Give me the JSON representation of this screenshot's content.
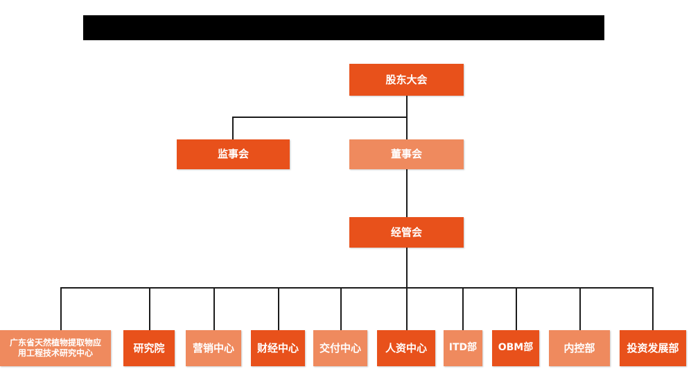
{
  "diagram": {
    "type": "org-chart",
    "title_bar": {
      "label": "",
      "state": "redacted-black-bar",
      "color": "#000000"
    },
    "colors": {
      "background": "#FFFFFF",
      "node_dark": "#E8511B",
      "node_light": "#EF8A5E",
      "connector": "#1A1A1A",
      "node_text": "#FFFFFF"
    },
    "levels": [
      {
        "level": 1,
        "nodes": [
          {
            "id": "shareholders",
            "label": "股东大会",
            "shade": "dark"
          }
        ]
      },
      {
        "level": 2,
        "nodes": [
          {
            "id": "supervisors",
            "label": "监事会",
            "shade": "dark"
          },
          {
            "id": "directors",
            "label": "董事会",
            "shade": "light"
          }
        ]
      },
      {
        "level": 3,
        "nodes": [
          {
            "id": "management",
            "label": "经管会",
            "shade": "dark"
          }
        ]
      },
      {
        "level": 4,
        "nodes": [
          {
            "id": "gd-research-center",
            "label": "广东省天然植物提取物应\n用工程技术研究中心",
            "shade": "light"
          },
          {
            "id": "research-institute",
            "label": "研究院",
            "shade": "dark"
          },
          {
            "id": "marketing-center",
            "label": "营销中心",
            "shade": "light"
          },
          {
            "id": "finance-center",
            "label": "财经中心",
            "shade": "dark"
          },
          {
            "id": "delivery-center",
            "label": "交付中心",
            "shade": "light"
          },
          {
            "id": "hr-center",
            "label": "人资中心",
            "shade": "dark"
          },
          {
            "id": "itd-dept",
            "label": "ITD部",
            "shade": "light"
          },
          {
            "id": "obm-dept",
            "label": "OBM部",
            "shade": "dark"
          },
          {
            "id": "internal-control-dept",
            "label": "内控部",
            "shade": "light"
          },
          {
            "id": "investment-dev-dept",
            "label": "投资发展部",
            "shade": "dark"
          }
        ]
      }
    ],
    "edges": [
      {
        "from": "shareholders",
        "to": "supervisors"
      },
      {
        "from": "shareholders",
        "to": "directors"
      },
      {
        "from": "directors",
        "to": "management"
      },
      {
        "from": "management",
        "to": "gd-research-center"
      },
      {
        "from": "management",
        "to": "research-institute"
      },
      {
        "from": "management",
        "to": "marketing-center"
      },
      {
        "from": "management",
        "to": "finance-center"
      },
      {
        "from": "management",
        "to": "delivery-center"
      },
      {
        "from": "management",
        "to": "hr-center"
      },
      {
        "from": "management",
        "to": "itd-dept"
      },
      {
        "from": "management",
        "to": "obm-dept"
      },
      {
        "from": "management",
        "to": "internal-control-dept"
      },
      {
        "from": "management",
        "to": "investment-dev-dept"
      }
    ]
  }
}
